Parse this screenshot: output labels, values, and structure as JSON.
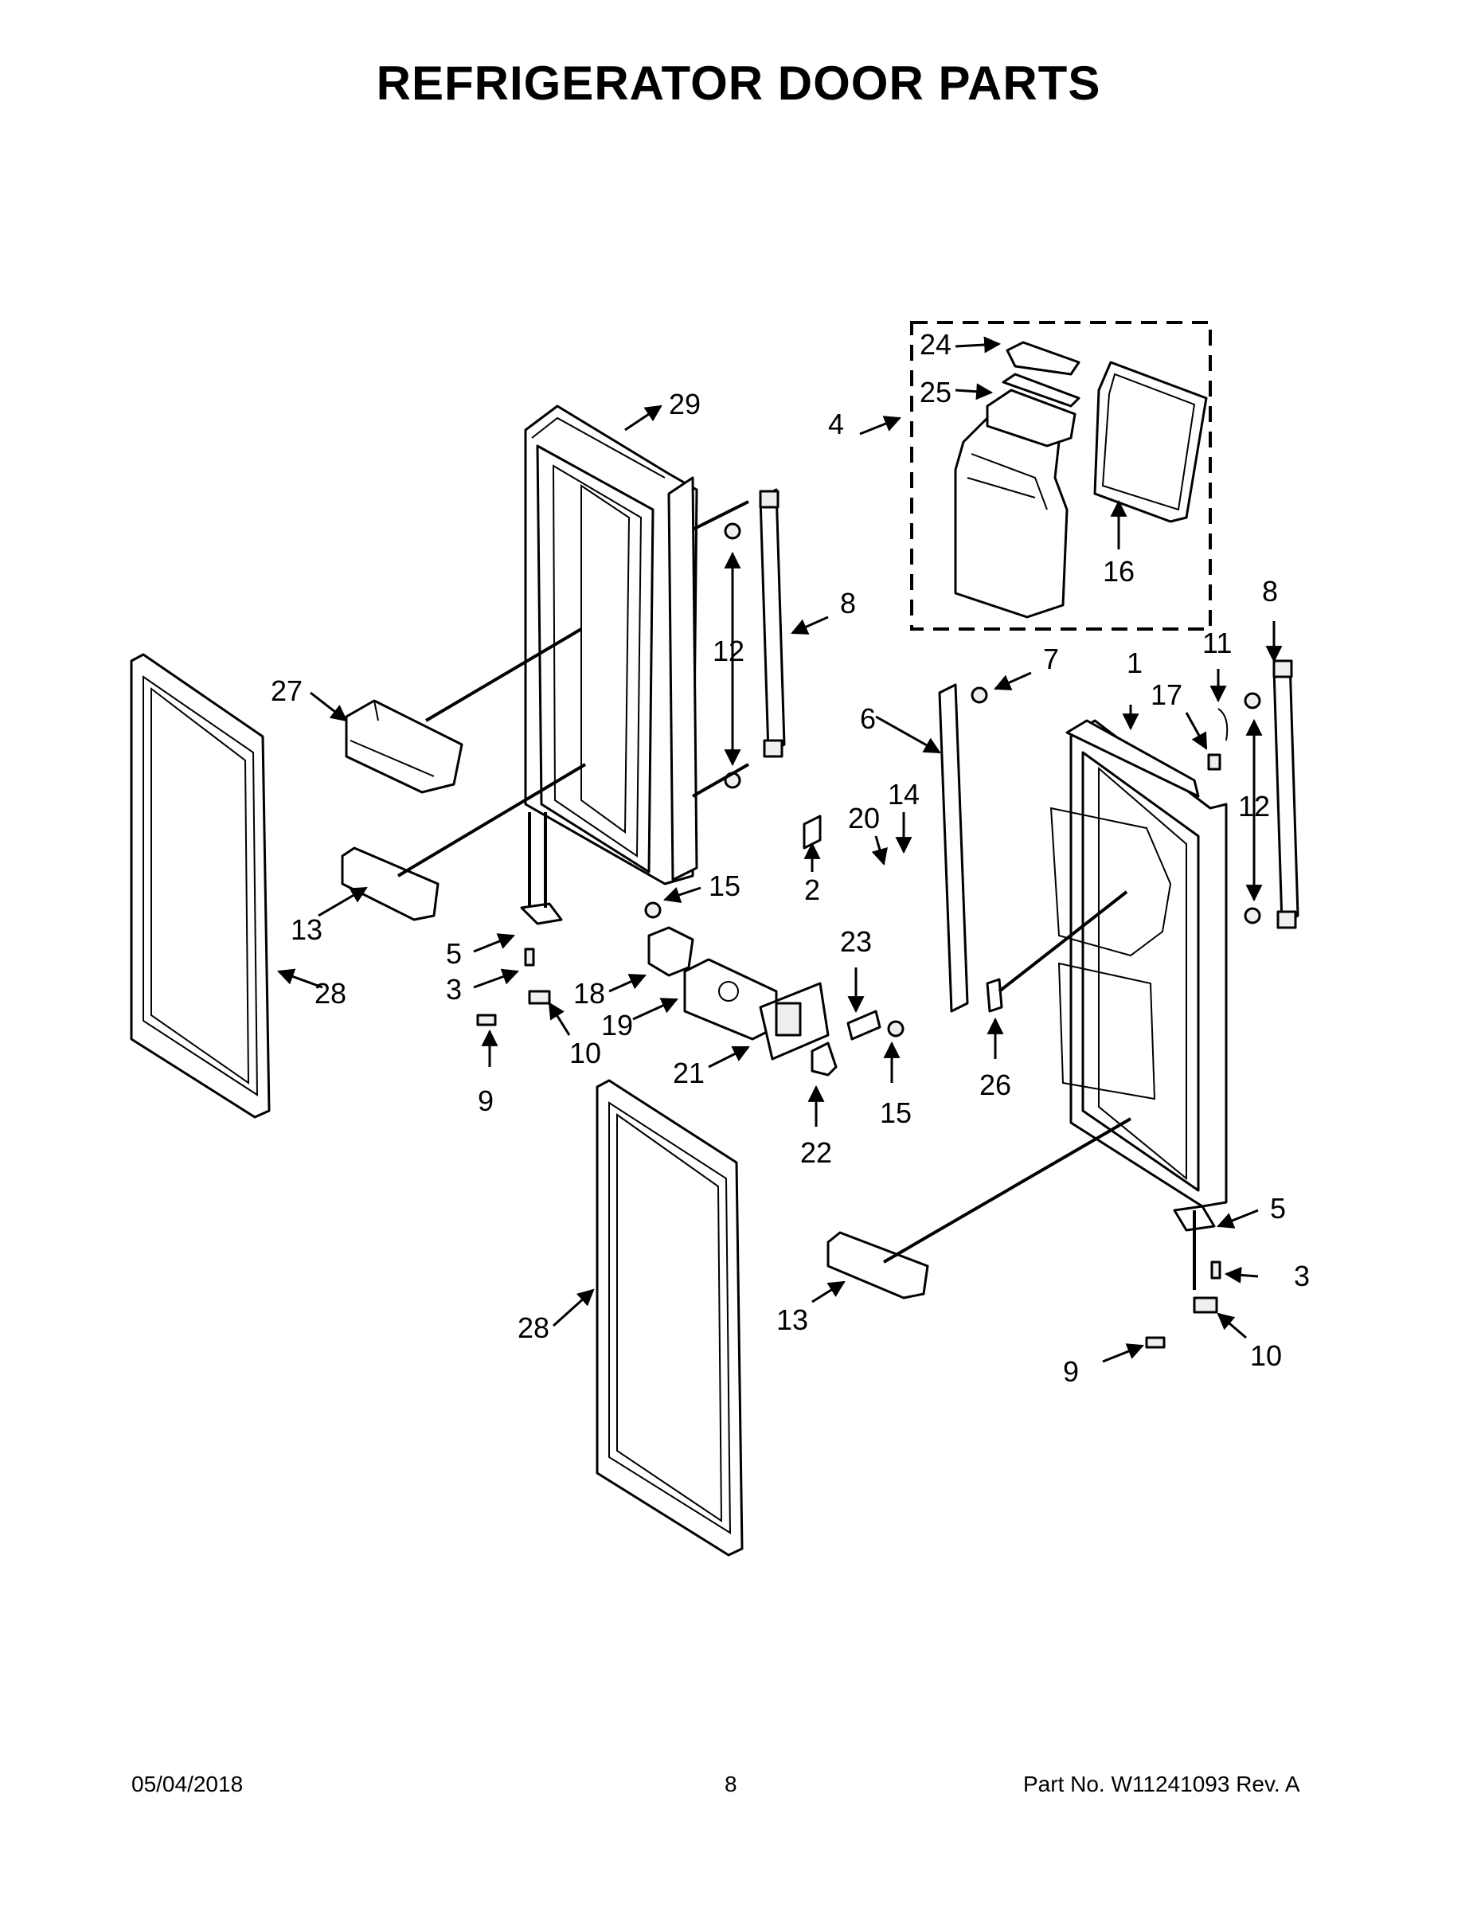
{
  "page_title": "REFRIGERATOR DOOR PARTS",
  "footer": {
    "date": "05/04/2018",
    "page": "8",
    "part_no": "Part No.  W11241093  Rev.  A"
  },
  "callouts": [
    {
      "id": "c1",
      "label": "1"
    },
    {
      "id": "c2",
      "label": "2"
    },
    {
      "id": "c3a",
      "label": "3"
    },
    {
      "id": "c3b",
      "label": "3"
    },
    {
      "id": "c4",
      "label": "4"
    },
    {
      "id": "c5a",
      "label": "5"
    },
    {
      "id": "c5b",
      "label": "5"
    },
    {
      "id": "c6",
      "label": "6"
    },
    {
      "id": "c7",
      "label": "7"
    },
    {
      "id": "c8a",
      "label": "8"
    },
    {
      "id": "c8b",
      "label": "8"
    },
    {
      "id": "c9a",
      "label": "9"
    },
    {
      "id": "c9b",
      "label": "9"
    },
    {
      "id": "c10a",
      "label": "10"
    },
    {
      "id": "c10b",
      "label": "10"
    },
    {
      "id": "c11",
      "label": "11"
    },
    {
      "id": "c12a",
      "label": "12"
    },
    {
      "id": "c12b",
      "label": "12"
    },
    {
      "id": "c13a",
      "label": "13"
    },
    {
      "id": "c13b",
      "label": "13"
    },
    {
      "id": "c14",
      "label": "14"
    },
    {
      "id": "c15a",
      "label": "15"
    },
    {
      "id": "c15b",
      "label": "15"
    },
    {
      "id": "c16",
      "label": "16"
    },
    {
      "id": "c17",
      "label": "17"
    },
    {
      "id": "c18",
      "label": "18"
    },
    {
      "id": "c19",
      "label": "19"
    },
    {
      "id": "c20",
      "label": "20"
    },
    {
      "id": "c21",
      "label": "21"
    },
    {
      "id": "c22",
      "label": "22"
    },
    {
      "id": "c23",
      "label": "23"
    },
    {
      "id": "c24",
      "label": "24"
    },
    {
      "id": "c25",
      "label": "25"
    },
    {
      "id": "c26",
      "label": "26"
    },
    {
      "id": "c27",
      "label": "27"
    },
    {
      "id": "c28a",
      "label": "28"
    },
    {
      "id": "c28b",
      "label": "28"
    },
    {
      "id": "c29",
      "label": "29"
    }
  ]
}
